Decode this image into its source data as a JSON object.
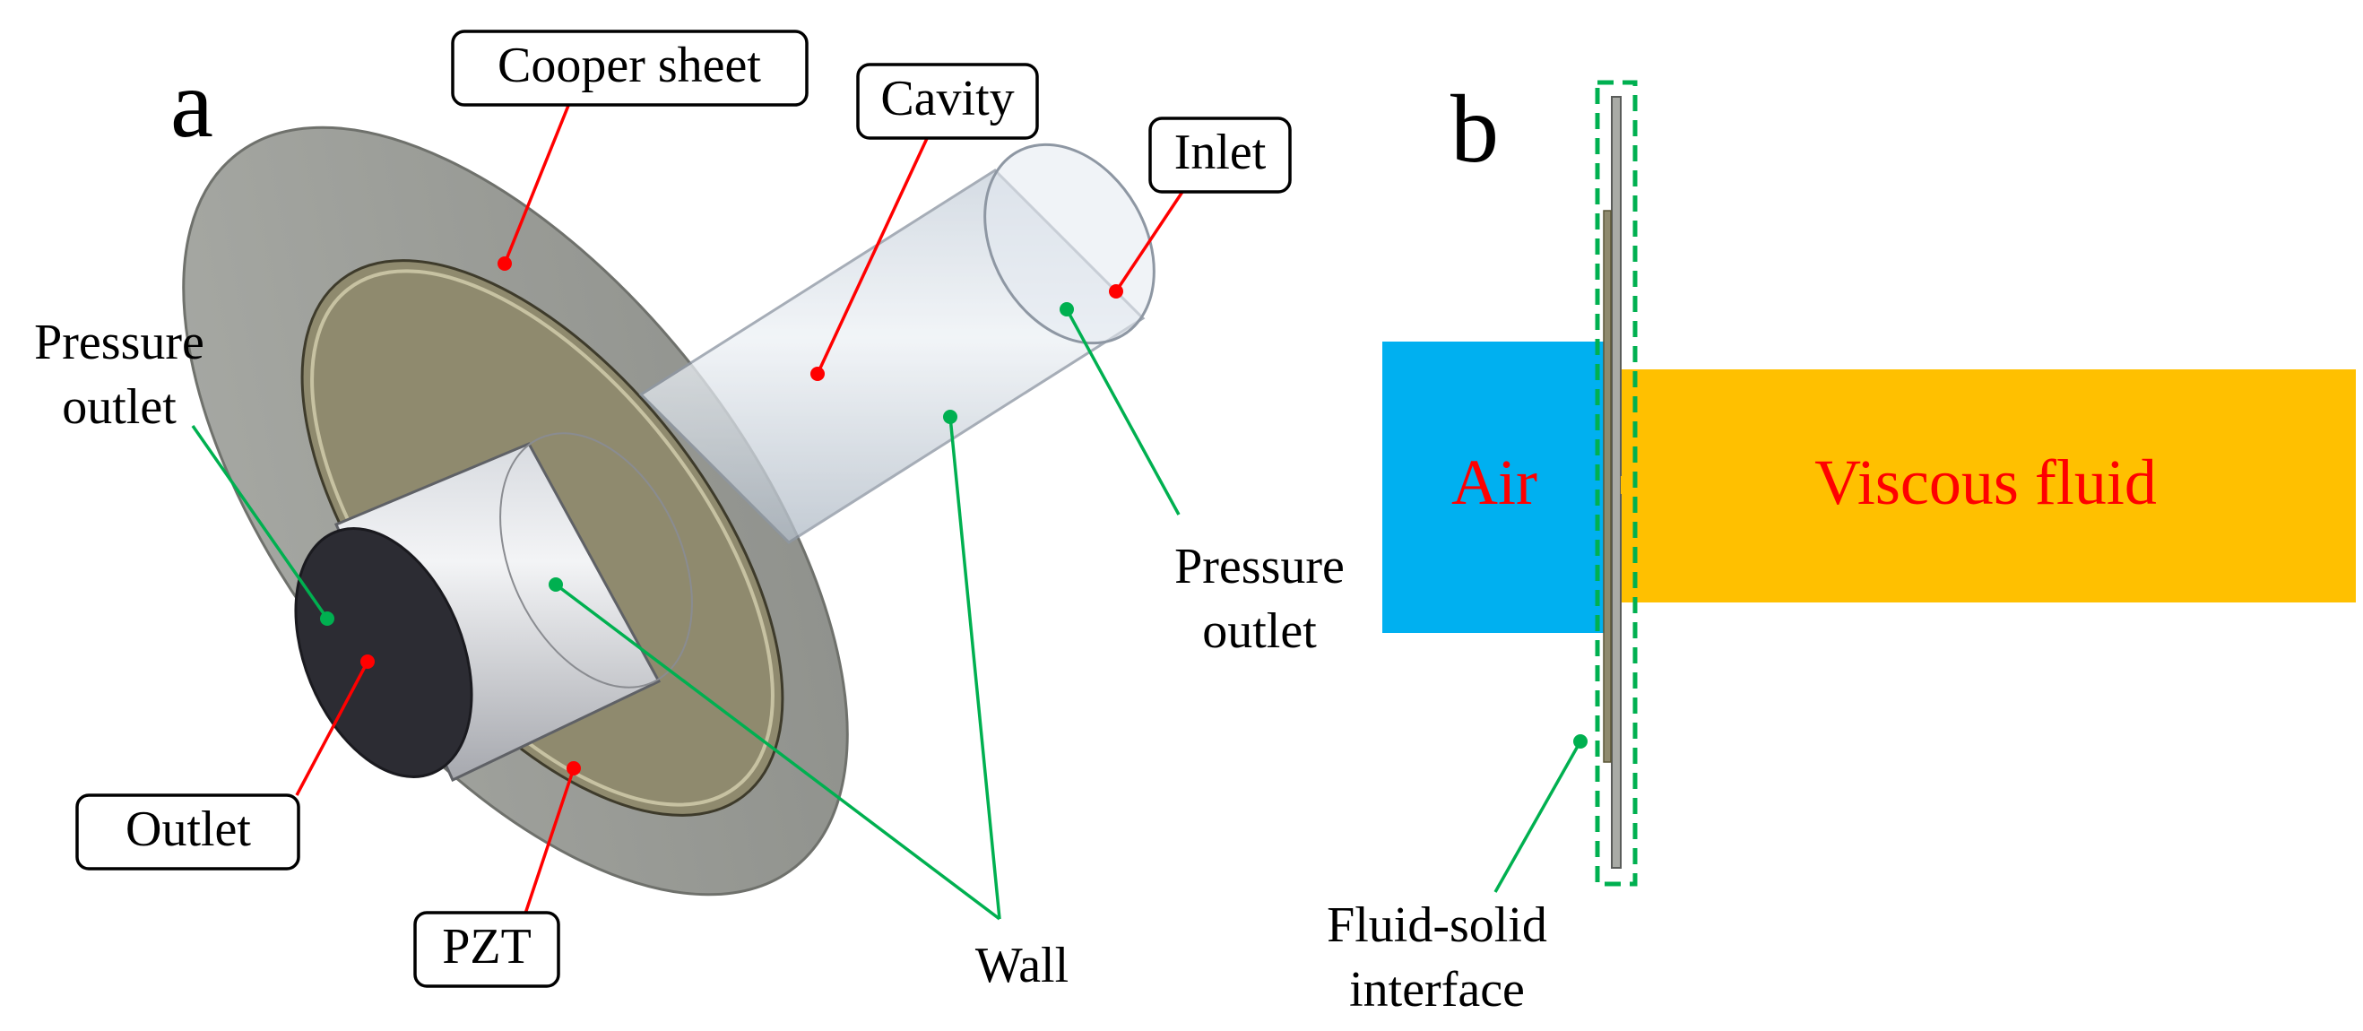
{
  "panel_a": {
    "letter": "a",
    "labels": {
      "cooper_sheet": "Cooper sheet",
      "cavity": "Cavity",
      "inlet": "Inlet",
      "pressure_outlet_left_line1": "Pressure",
      "pressure_outlet_left_line2": "outlet",
      "outlet": "Outlet",
      "pzt": "PZT",
      "wall": "Wall",
      "pressure_outlet_right_line1": "Pressure",
      "pressure_outlet_right_line2": "outlet"
    }
  },
  "panel_b": {
    "letter": "b",
    "labels": {
      "air": "Air",
      "viscous_fluid": "Viscous fluid",
      "interface_line1": "Fluid-solid",
      "interface_line2": "interface"
    }
  },
  "colors": {
    "air": "#00b0f0",
    "viscous_fluid": "#ffc000",
    "boundary_red": "#ff0000",
    "boundary_green": "#00b050",
    "pzt": "#8f8a6e",
    "cooper_sheet": "#9fa09b",
    "outlet_face": "#2c2c33"
  }
}
